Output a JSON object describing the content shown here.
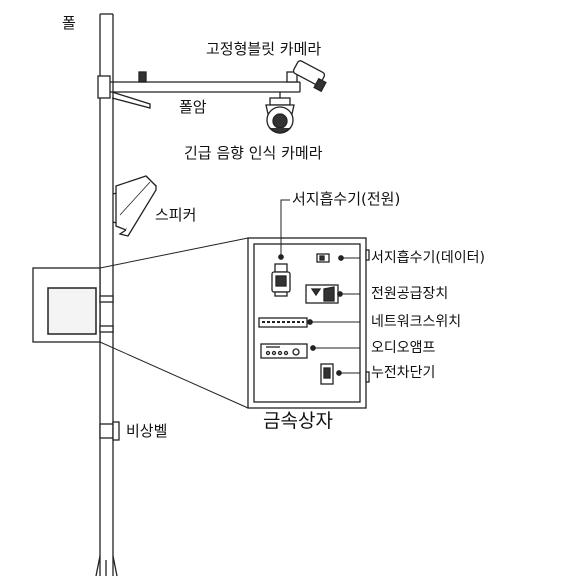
{
  "labels": {
    "pole": "폴",
    "pole_arm": "폴암",
    "fixed_camera": "고정형블릿 카메라",
    "emergency_camera": "긴급 음향 인식 카메라",
    "speaker": "스피커",
    "emergency_bell": "비상벨",
    "metal_box": "금속상자",
    "surge_power": "서지흡수기(전원)",
    "surge_data": "서지흡수기(데이터)",
    "power_supply": "전원공급장치",
    "network_switch": "네트워크스위치",
    "audio_amp": "오디오앰프",
    "breaker": "누전차단기"
  },
  "colors": {
    "line": "#222222",
    "fill_dark": "#333333",
    "fill_light": "#f2f2f2"
  }
}
